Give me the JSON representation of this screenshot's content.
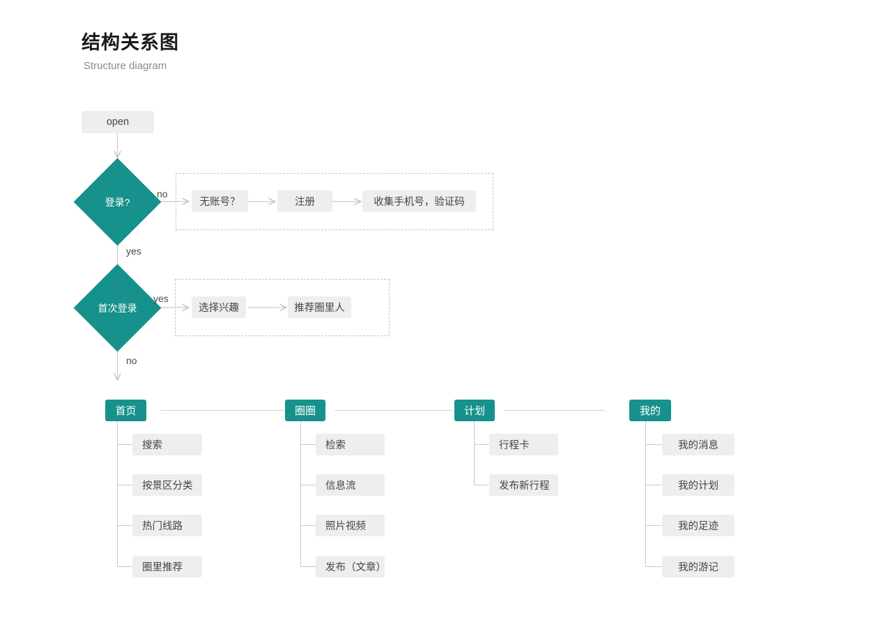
{
  "header": {
    "title": "结构关系图",
    "subtitle": "Structure diagram"
  },
  "flow": {
    "start_label": "open",
    "decision_login": "登录?",
    "decision_login_no_label": "no",
    "decision_login_yes_label": "yes",
    "register_branch": [
      {
        "label": "无账号？"
      },
      {
        "label": "注册"
      },
      {
        "label": "收集手机号，验证码"
      }
    ],
    "decision_first_login": "首次登录",
    "decision_first_login_yes_label": "yes",
    "decision_first_login_no_label": "no",
    "onboarding_branch": [
      {
        "label": "选择兴趣"
      },
      {
        "label": "推荐圈里人"
      }
    ]
  },
  "nav": {
    "columns": [
      {
        "title": "首页",
        "items": [
          {
            "label": "搜索"
          },
          {
            "label": "按景区分类"
          },
          {
            "label": "热门线路"
          },
          {
            "label": "圈里推荐"
          }
        ]
      },
      {
        "title": "圈圈",
        "items": [
          {
            "label": "检索"
          },
          {
            "label": "信息流"
          },
          {
            "label": "照片视频"
          },
          {
            "label": "发布（文章）"
          }
        ]
      },
      {
        "title": "计划",
        "items": [
          {
            "label": "行程卡"
          },
          {
            "label": "发布新行程"
          }
        ]
      },
      {
        "title": "我的",
        "items": [
          {
            "label": "我的消息"
          },
          {
            "label": "我的计划"
          },
          {
            "label": "我的足迹"
          },
          {
            "label": "我的游记"
          }
        ]
      }
    ]
  },
  "colors": {
    "teal": "#17918c",
    "box_gray": "#eeeeee",
    "line_gray": "#c9c9c9",
    "text_dark": "#333333",
    "text_muted": "#8a8a8a"
  }
}
